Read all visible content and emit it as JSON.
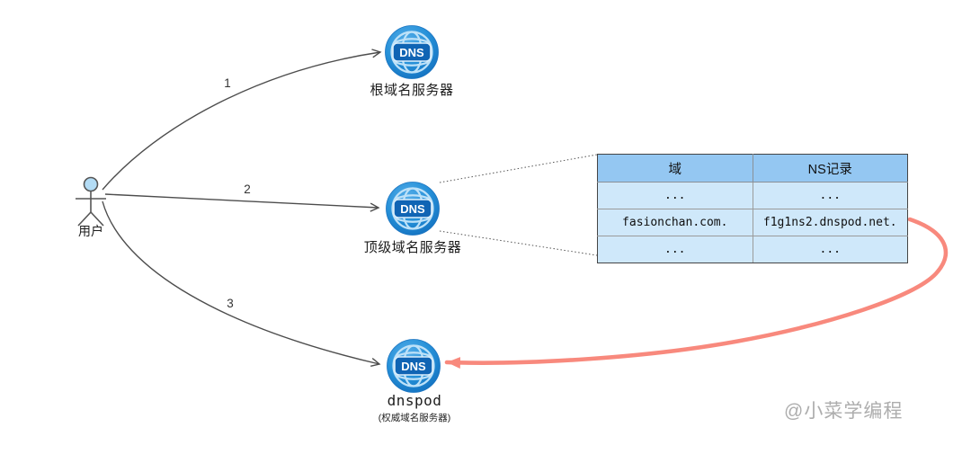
{
  "user": {
    "label": "用户"
  },
  "nodes": {
    "root": {
      "label": "根域名服务器"
    },
    "tld": {
      "label": "顶级域名服务器"
    },
    "auth": {
      "label": "dnspod",
      "sublabel": "(权威域名服务器)"
    }
  },
  "dns_icon_label": "DNS",
  "steps": {
    "one": "1",
    "two": "2",
    "three": "3"
  },
  "ns_table": {
    "headers": [
      "域",
      "NS记录"
    ],
    "rows": [
      [
        "...",
        "..."
      ],
      [
        "fasionchan.com.",
        "f1g1ns2.dnspod.net."
      ],
      [
        "...",
        "..."
      ]
    ]
  },
  "watermark": "@小菜学编程",
  "colors": {
    "icon_blue": "#1f83d3",
    "icon_band": "#1064b4",
    "table_header_bg": "#94c7f2",
    "table_row_bg": "#cfe8fa",
    "red_arrow": "#f8897d",
    "line_gray": "#4d4d4d"
  }
}
